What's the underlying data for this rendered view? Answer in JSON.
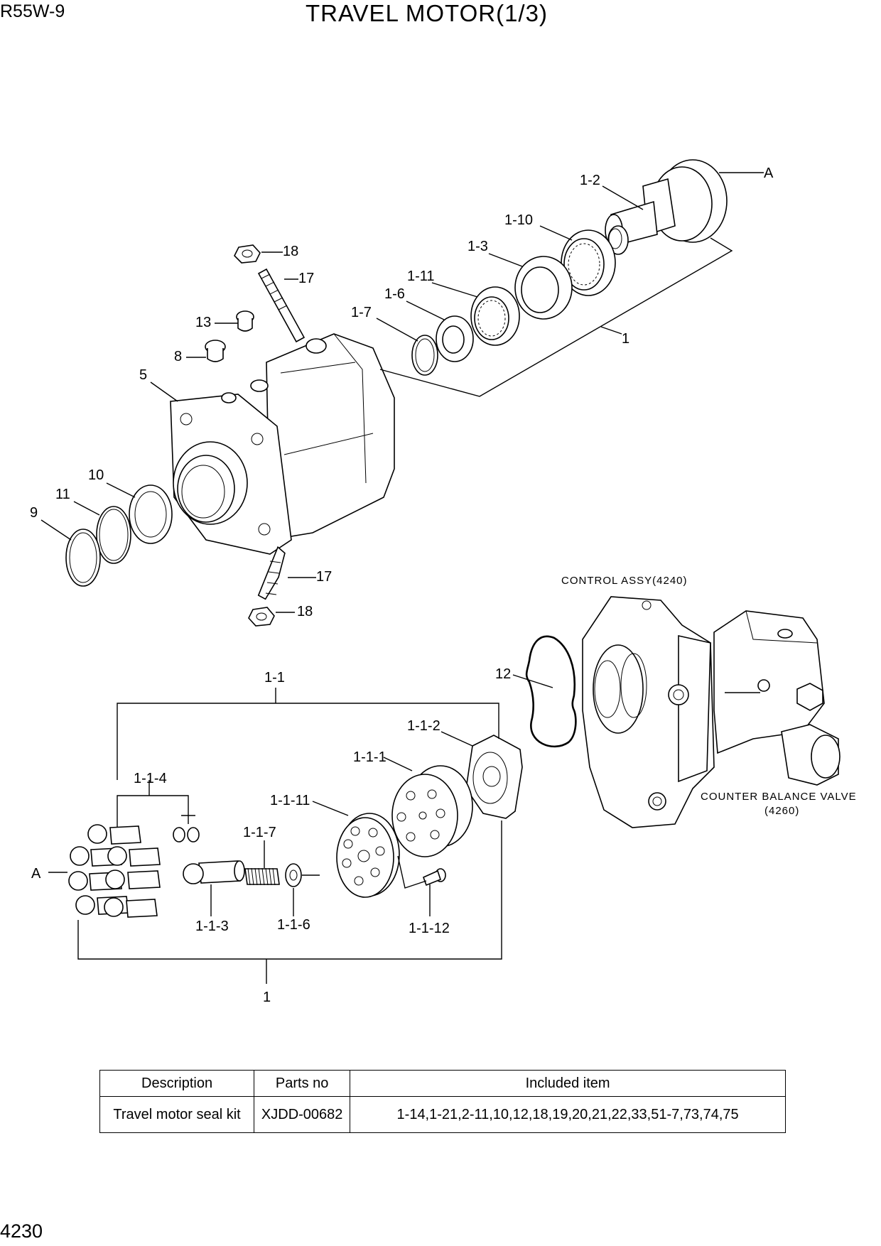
{
  "header": {
    "model": "R55W-9",
    "title": "TRAVEL MOTOR(1/3)"
  },
  "page_number": "4230",
  "labels": {
    "A_top": "A",
    "l_1_2": "1-2",
    "l_1_10": "1-10",
    "l_1_3": "1-3",
    "l_1_11": "1-11",
    "l_1_6": "1-6",
    "l_1_7": "1-7",
    "l_1_top": "1",
    "l_18_top": "18",
    "l_17_top": "17",
    "l_13": "13",
    "l_8": "8",
    "l_5": "5",
    "l_10": "10",
    "l_11": "11",
    "l_9": "9",
    "l_17_bot": "17",
    "l_18_bot": "18",
    "control_assy": "CONTROL ASSY(4240)",
    "counter_balance": "COUNTER BALANCE VALVE",
    "counter_balance_ref": "(4260)",
    "l_12": "12",
    "l_1_1": "1-1",
    "l_1_1_2": "1-1-2",
    "l_1_1_1": "1-1-1",
    "l_1_1_4": "1-1-4",
    "l_1_1_11": "1-1-11",
    "l_1_1_7": "1-1-7",
    "A_bot": "A",
    "l_1_1_3": "1-1-3",
    "l_1_1_6": "1-1-6",
    "l_1_1_12": "1-1-12",
    "l_1_bot": "1"
  },
  "kit_table": {
    "headers": {
      "description": "Description",
      "parts_no": "Parts no",
      "included": "Included item"
    },
    "rows": [
      {
        "description": "Travel motor seal kit",
        "parts_no": "XJDD-00682",
        "included": "1-14,1-21,2-11,10,12,18,19,20,21,22,33,51-7,73,74,75"
      }
    ]
  }
}
